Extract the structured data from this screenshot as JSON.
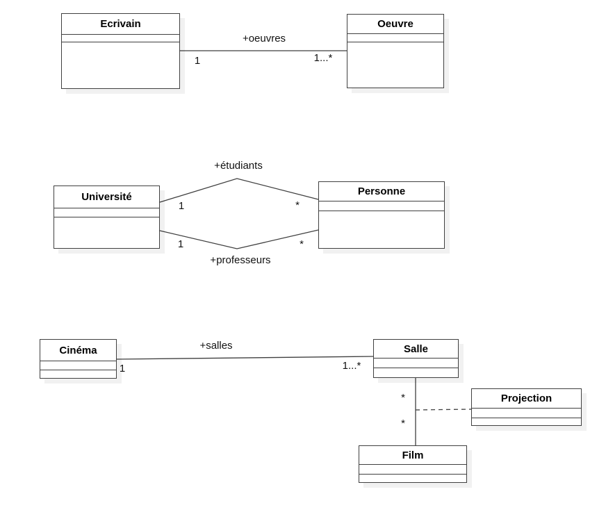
{
  "diagram": {
    "type": "uml-class-diagram",
    "colors": {
      "background": "#ffffff",
      "stroke": "#3f3f3f",
      "text": "#000000",
      "shadow": "rgba(0,0,0,0.055)"
    },
    "writer_work": {
      "class_ecrivain": "Ecrivain",
      "class_oeuvre": "Oeuvre",
      "association_label": "+oeuvres",
      "ecrivain_multiplicity": "1",
      "oeuvre_multiplicity": "1...*"
    },
    "university_person": {
      "class_universite": "Université",
      "class_personne": "Personne",
      "etudiants_label": "+étudiants",
      "etudiants_universite_multiplicity": "1",
      "etudiants_personne_multiplicity": "*",
      "professeurs_label": "+professeurs",
      "professeurs_universite_multiplicity": "1",
      "professeurs_personne_multiplicity": "*"
    },
    "cinema_projection": {
      "class_cinema": "Cinéma",
      "class_salle": "Salle",
      "class_projection": "Projection",
      "class_film": "Film",
      "salles_label": "+salles",
      "cinema_multiplicity": "1",
      "salle_multiplicity": "1...*",
      "salle_film_salle_multiplicity": "*",
      "salle_film_film_multiplicity": "*"
    }
  }
}
